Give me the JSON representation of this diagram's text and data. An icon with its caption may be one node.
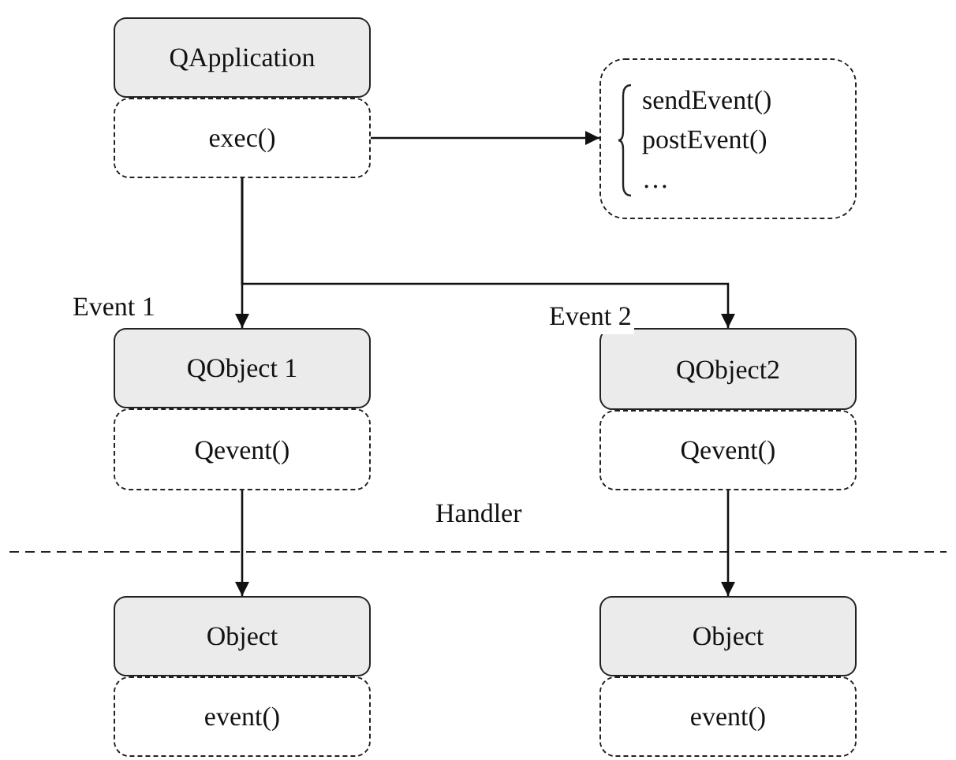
{
  "diagram": {
    "nodes": [
      {
        "text": [
          "QApplication"
        ]
      },
      {
        "text": [
          "exec()"
        ]
      },
      {
        "text": [
          "sendEvent()",
          "postEvent()",
          "…"
        ]
      },
      {
        "text": [
          "QObject 1"
        ],
        "beside": [
          "Event 1"
        ]
      },
      {
        "text": [
          "Qevent()"
        ]
      },
      {
        "text": [
          "QObject2"
        ],
        "beside": [
          "Event 2"
        ]
      },
      {
        "text": [
          "Qevent()"
        ]
      },
      {
        "text": [
          "Object"
        ]
      },
      {
        "text": [
          "event()"
        ]
      },
      {
        "text": [
          "Object"
        ]
      },
      {
        "text": [
          "event()"
        ]
      }
    ],
    "edges": [
      {
        "from": 1,
        "to": 2,
        "arrow": "to"
      },
      {
        "from": 1,
        "to": 3,
        "arrow": "to"
      },
      {
        "from": 1,
        "to": 5,
        "arrow": "to"
      },
      {
        "from": 4,
        "to": 7,
        "arrow": "to"
      },
      {
        "from": 6,
        "to": 9,
        "arrow": "to"
      }
    ],
    "labels": [
      "Handler"
    ]
  }
}
